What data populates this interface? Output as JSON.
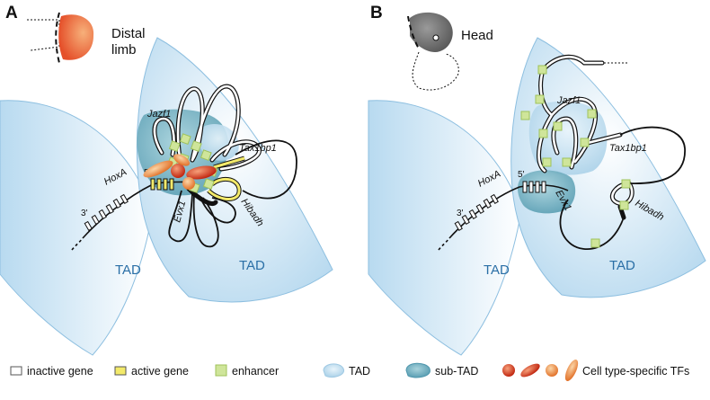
{
  "panels": [
    {
      "label": "A",
      "tissue_line1": "Distal",
      "tissue_line2": "limb",
      "tad_left": "TAD",
      "tad_right": "TAD"
    },
    {
      "label": "B",
      "tissue_line1": "Head",
      "tad_left": "TAD",
      "tad_right": "TAD"
    }
  ],
  "genes": {
    "hoxa": "HoxA",
    "jazf1": "Jazf1",
    "tax1bp1": "Tax1bp1",
    "evx1": "Evx1",
    "hibadh": "Hibadh",
    "three_prime": "3'",
    "five_prime": "5'"
  },
  "legend": [
    {
      "key": "inactive",
      "label": "inactive gene"
    },
    {
      "key": "active",
      "label": "active gene"
    },
    {
      "key": "enhancer",
      "label": "enhancer"
    },
    {
      "key": "tad",
      "label": "TAD"
    },
    {
      "key": "subtad",
      "label": "sub-TAD"
    },
    {
      "key": "tfs",
      "label": "Cell type-specific TFs"
    }
  ],
  "colors": {
    "tad_fill": "#cfe6f5",
    "subtad_fill": "#7fb8c8",
    "enhancer": "#cfe59a",
    "active_gene": "#f3ea6a",
    "tf_red": "#d23a1f",
    "tf_orange": "#f08a3c",
    "tad_text": "#2a6fa6",
    "limb": "#ef6f3a",
    "head": "#777777"
  }
}
